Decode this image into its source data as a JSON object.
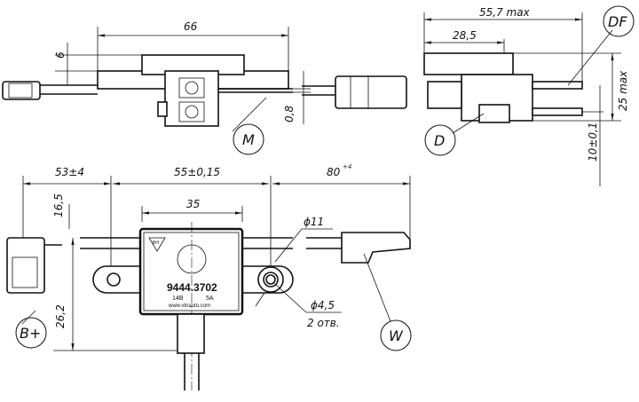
{
  "top_view": {
    "dim_length": "66",
    "dim_height": "6",
    "dim_thickness": "0,8",
    "callout_m": "M"
  },
  "side_view": {
    "dim_max_length": "55,7 max",
    "dim_offset": "28,5",
    "dim_max_height": "25 max",
    "dim_terminal": "10±0,1",
    "callout_df": "DF",
    "callout_d": "D"
  },
  "front_view": {
    "dim_left": "53±4",
    "dim_center": "55±0,15",
    "dim_right": "80",
    "dim_right_tol": "+4",
    "dim_body": "35",
    "dim_height_top": "16,5",
    "dim_height_bottom": "26,2",
    "dim_outer_diam": "ϕ11",
    "dim_hole_diam": "ϕ4,5",
    "holes_note": "2 отв.",
    "callout_bplus": "B+",
    "callout_w": "W"
  },
  "device": {
    "part_number": "9444.3702",
    "voltage": "14В",
    "current": "5А",
    "website": "www.vtnauto.com",
    "logo": "ВН"
  }
}
